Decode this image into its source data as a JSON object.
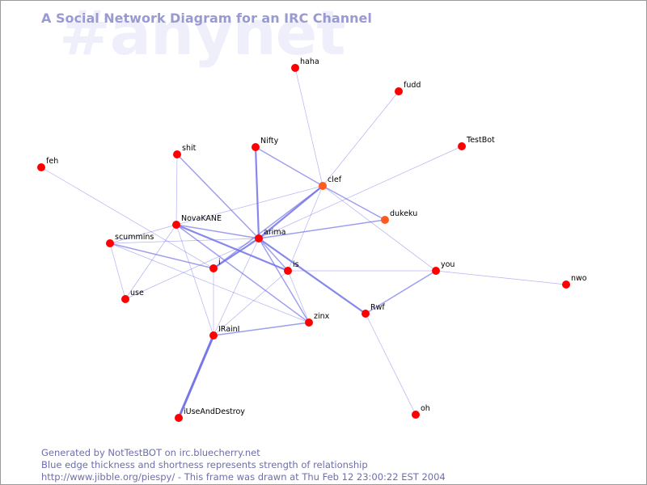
{
  "watermark": "#anynet",
  "title": "A Social Network Diagram for an IRC Channel",
  "footer": {
    "line1": "Generated by NotTestBOT on irc.bluecherry.net",
    "line2": "Blue edge thickness and shortness represents strength of relationship",
    "line3": "http://www.jibble.org/piespy/ - This frame was drawn at Thu Feb 12 23:00:22 EST 2004"
  },
  "colors": {
    "node": "#ff0000",
    "node_secondary": "#ff5a1e",
    "edge": "#7070e8",
    "title": "#9a9ad2",
    "footer": "#6e6eaa",
    "watermark": "#efeffb"
  },
  "nodes": [
    {
      "id": "haha",
      "label": "haha",
      "color": "#ff0000"
    },
    {
      "id": "fudd",
      "label": "fudd",
      "color": "#ff0000"
    },
    {
      "id": "TestBot",
      "label": "TestBot",
      "color": "#ff0000"
    },
    {
      "id": "feh",
      "label": "feh",
      "color": "#ff0000"
    },
    {
      "id": "shit",
      "label": "shit",
      "color": "#ff0000"
    },
    {
      "id": "Nifty",
      "label": "Nifty",
      "color": "#ff0000"
    },
    {
      "id": "clef",
      "label": "clef",
      "color": "#ff5a1e"
    },
    {
      "id": "dukeku",
      "label": "dukeku",
      "color": "#ff5a1e"
    },
    {
      "id": "NovaKANE",
      "label": "NovaKANE",
      "color": "#ff0000"
    },
    {
      "id": "arima",
      "label": "arima",
      "color": "#ff0000"
    },
    {
      "id": "scummins",
      "label": "scummins",
      "color": "#ff0000"
    },
    {
      "id": "i",
      "label": "i",
      "color": "#ff0000"
    },
    {
      "id": "is",
      "label": "is",
      "color": "#ff0000"
    },
    {
      "id": "you",
      "label": "you",
      "color": "#ff0000"
    },
    {
      "id": "nwo",
      "label": "nwo",
      "color": "#ff0000"
    },
    {
      "id": "use",
      "label": "use",
      "color": "#ff0000"
    },
    {
      "id": "Rwf",
      "label": "Rwf",
      "color": "#ff0000"
    },
    {
      "id": "zinx",
      "label": "zinx",
      "color": "#ff0000"
    },
    {
      "id": "IRainI",
      "label": "IRainI",
      "color": "#ff0000"
    },
    {
      "id": "oh",
      "label": "oh",
      "color": "#ff0000"
    },
    {
      "id": "iUseAndDestroy",
      "label": "iUseAndDestroy",
      "color": "#ff0000"
    }
  ],
  "edges": [
    {
      "from": "haha",
      "to": "clef",
      "strength": 1
    },
    {
      "from": "fudd",
      "to": "clef",
      "strength": 1
    },
    {
      "from": "TestBot",
      "to": "arima",
      "strength": 1
    },
    {
      "from": "feh",
      "to": "i",
      "strength": 1
    },
    {
      "from": "shit",
      "to": "NovaKANE",
      "strength": 1
    },
    {
      "from": "shit",
      "to": "arima",
      "strength": 2
    },
    {
      "from": "Nifty",
      "to": "arima",
      "strength": 3
    },
    {
      "from": "Nifty",
      "to": "clef",
      "strength": 2
    },
    {
      "from": "clef",
      "to": "dukeku",
      "strength": 2
    },
    {
      "from": "clef",
      "to": "arima",
      "strength": 3
    },
    {
      "from": "clef",
      "to": "i",
      "strength": 2
    },
    {
      "from": "clef",
      "to": "is",
      "strength": 1
    },
    {
      "from": "clef",
      "to": "NovaKANE",
      "strength": 1
    },
    {
      "from": "clef",
      "to": "you",
      "strength": 1
    },
    {
      "from": "dukeku",
      "to": "arima",
      "strength": 2
    },
    {
      "from": "NovaKANE",
      "to": "arima",
      "strength": 2
    },
    {
      "from": "NovaKANE",
      "to": "is",
      "strength": 3
    },
    {
      "from": "NovaKANE",
      "to": "zinx",
      "strength": 2
    },
    {
      "from": "NovaKANE",
      "to": "IRainI",
      "strength": 1
    },
    {
      "from": "NovaKANE",
      "to": "use",
      "strength": 1
    },
    {
      "from": "NovaKANE",
      "to": "scummins",
      "strength": 1
    },
    {
      "from": "arima",
      "to": "i",
      "strength": 3
    },
    {
      "from": "arima",
      "to": "is",
      "strength": 2
    },
    {
      "from": "arima",
      "to": "zinx",
      "strength": 2
    },
    {
      "from": "arima",
      "to": "IRainI",
      "strength": 1
    },
    {
      "from": "arima",
      "to": "scummins",
      "strength": 1
    },
    {
      "from": "arima",
      "to": "Rwf",
      "strength": 3
    },
    {
      "from": "arima",
      "to": "use",
      "strength": 1
    },
    {
      "from": "scummins",
      "to": "i",
      "strength": 2
    },
    {
      "from": "scummins",
      "to": "use",
      "strength": 1
    },
    {
      "from": "scummins",
      "to": "zinx",
      "strength": 1
    },
    {
      "from": "i",
      "to": "IRainI",
      "strength": 1
    },
    {
      "from": "is",
      "to": "zinx",
      "strength": 1
    },
    {
      "from": "is",
      "to": "IRainI",
      "strength": 1
    },
    {
      "from": "is",
      "to": "you",
      "strength": 1
    },
    {
      "from": "you",
      "to": "nwo",
      "strength": 1
    },
    {
      "from": "you",
      "to": "Rwf",
      "strength": 2
    },
    {
      "from": "IRainI",
      "to": "zinx",
      "strength": 2
    },
    {
      "from": "IRainI",
      "to": "iUseAndDestroy",
      "strength": 4
    },
    {
      "from": "Rwf",
      "to": "oh",
      "strength": 1
    }
  ]
}
